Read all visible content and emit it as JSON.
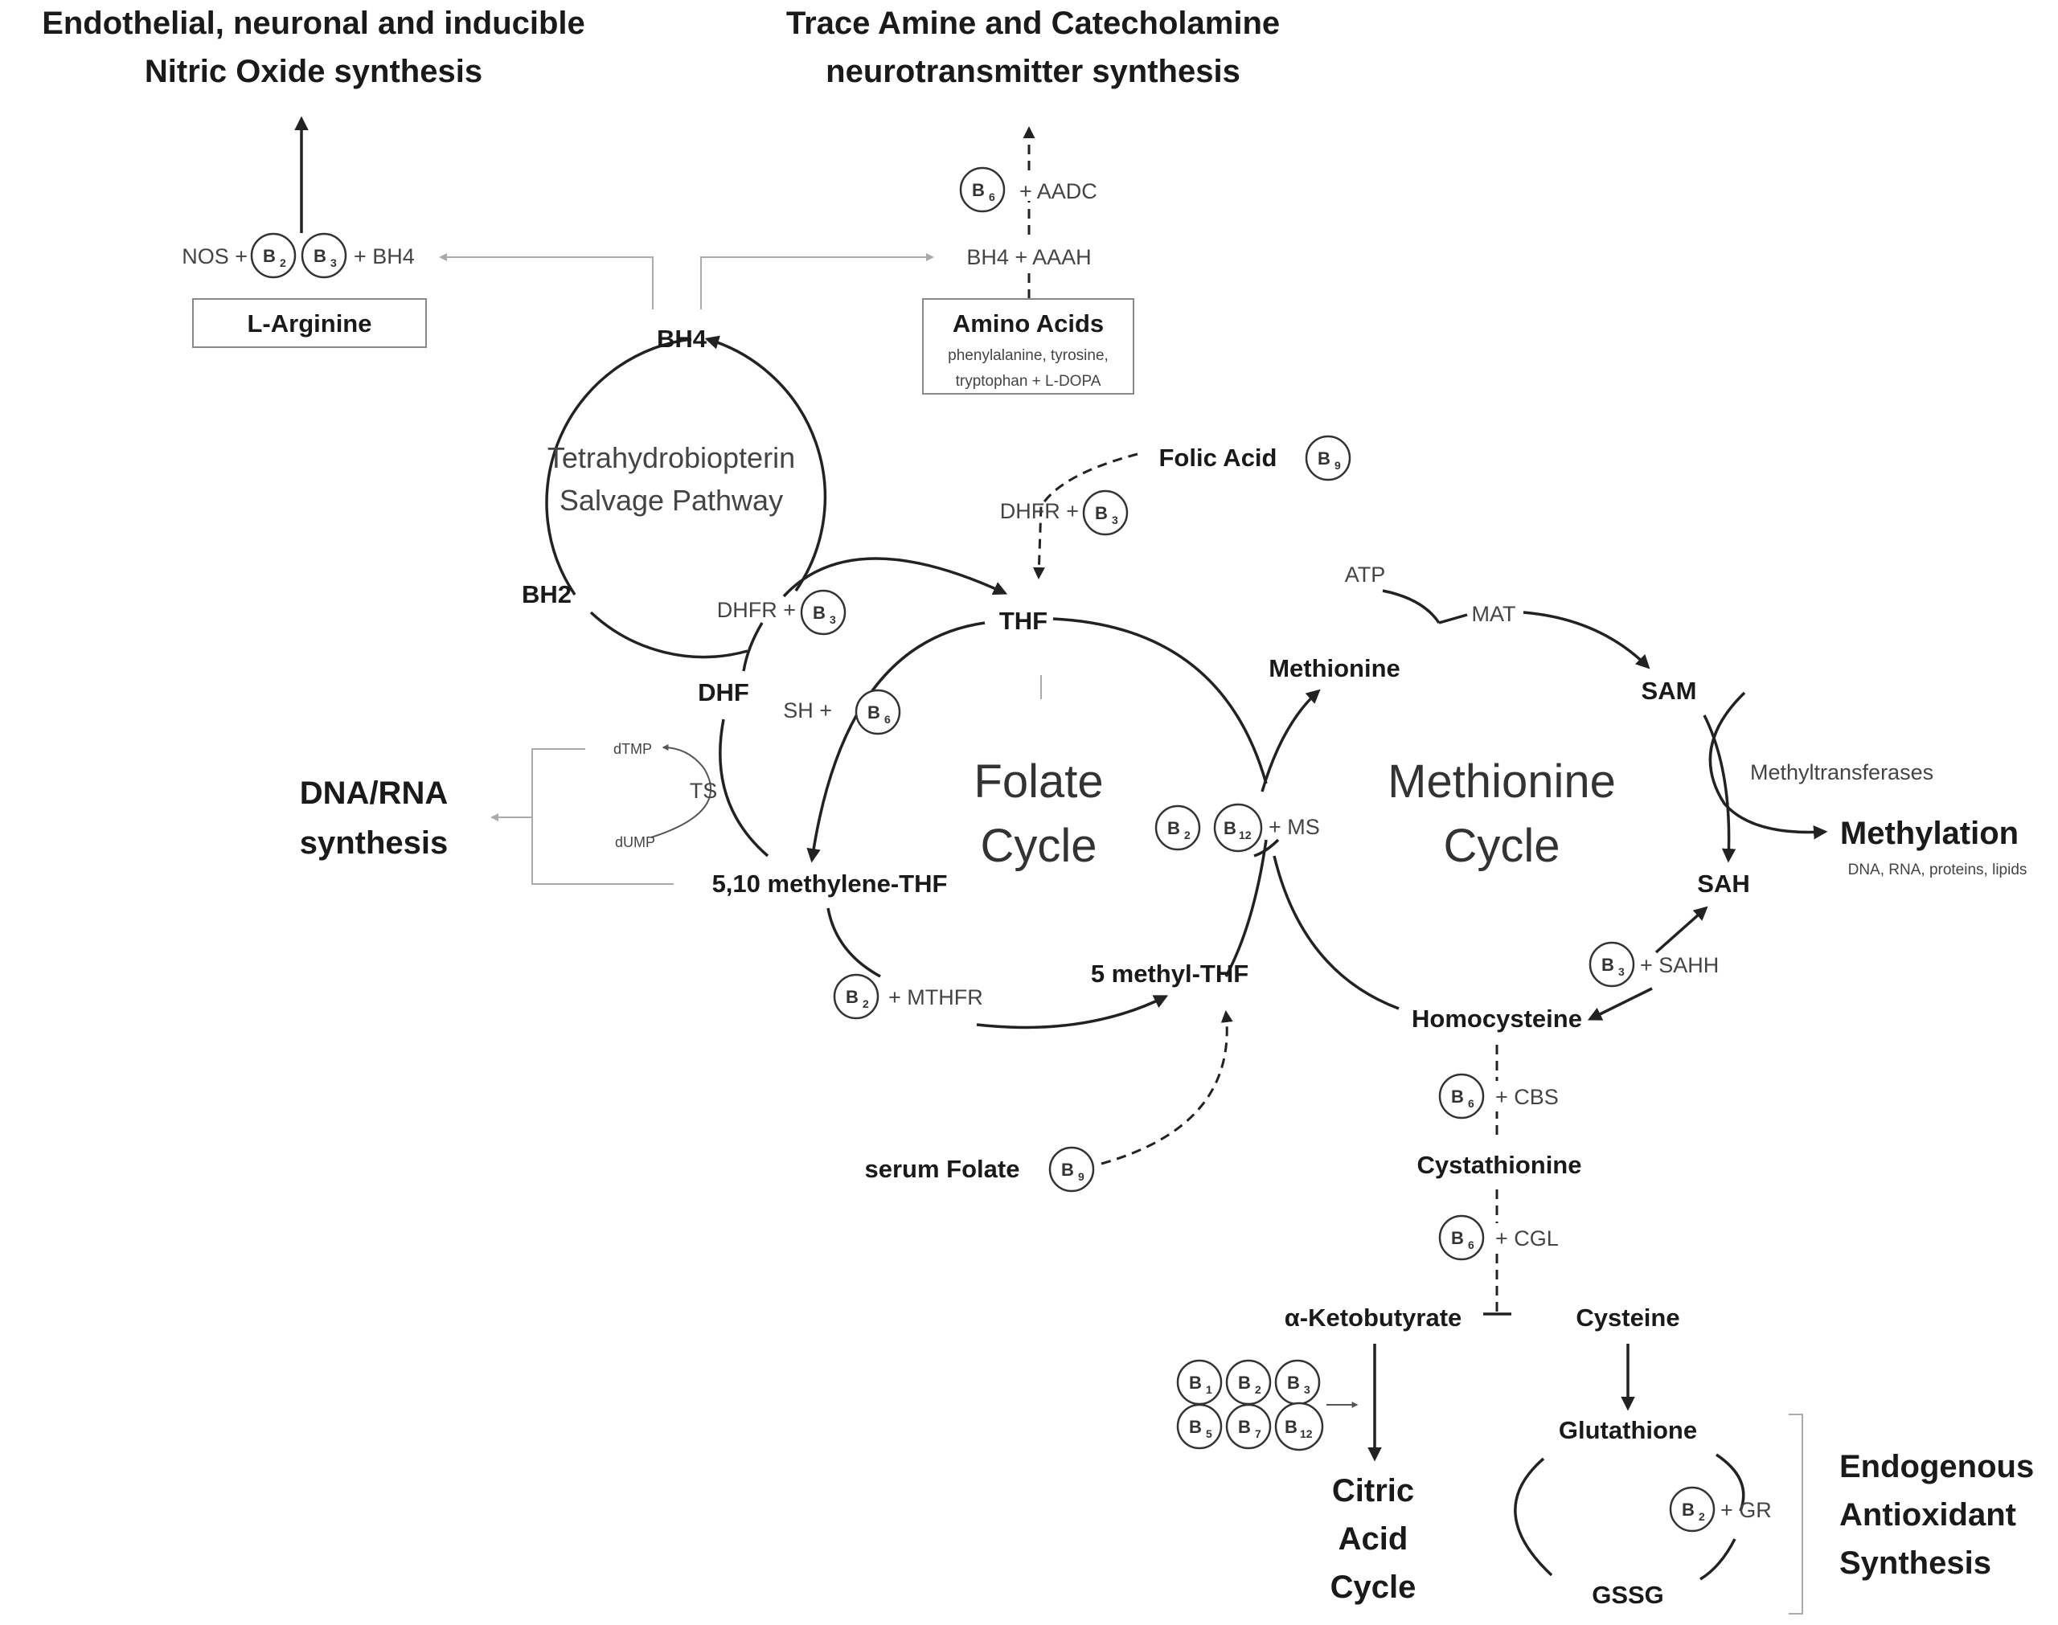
{
  "titles": {
    "nos": [
      "Endothelial, neuronal and inducible",
      "Nitric Oxide synthesis"
    ],
    "trace": [
      "Trace Amine and Catecholamine",
      "neurotransmitter synthesis"
    ]
  },
  "pathway": {
    "nos_enzyme": "NOS +",
    "bh4_cofactor": "+ BH4",
    "l_arginine": "L-Arginine",
    "aadc": "+ AADC",
    "bh4_aaah": "BH4 + AAAH",
    "amino_acids_title": "Amino Acids",
    "amino_acids_detail": [
      "phenylalanine, tyrosine,",
      "tryptophan + L-DOPA"
    ]
  },
  "nodes": {
    "bh4": "BH4",
    "bh2": "BH2",
    "dhf": "DHF",
    "thf": "THF",
    "methylene_thf": "5,10 methylene-THF",
    "methyl_thf": "5 methyl-THF",
    "folic_acid": "Folic Acid",
    "serum_folate": "serum Folate",
    "methionine": "Methionine",
    "sam": "SAM",
    "sah": "SAH",
    "homocysteine": "Homocysteine",
    "cystathionine": "Cystathionine",
    "ketobutyrate": "α-Ketobutyrate",
    "cysteine": "Cysteine",
    "glutathione": "Glutathione",
    "gssg": "GSSG",
    "methylation": "Methylation",
    "methylation_targets": "DNA, RNA, proteins, lipids",
    "dna_rna": [
      "DNA/RNA",
      "synthesis"
    ],
    "citric": [
      "Citric",
      "Acid",
      "Cycle"
    ],
    "antioxidant": [
      "Endogenous",
      "Antioxidant",
      "Synthesis"
    ]
  },
  "cycles": {
    "salvage": [
      "Tetrahydrobiopterin",
      "Salvage Pathway"
    ],
    "folate": [
      "Folate",
      "Cycle"
    ],
    "methionine": [
      "Methionine",
      "Cycle"
    ]
  },
  "enzymes": {
    "dhfr_thf": "DHFR +",
    "dhfr_folic": "DHFR +",
    "sh": "SH +",
    "ts": "TS",
    "dtmp": "dTMP",
    "dump": "dUMP",
    "mthfr": "+ MTHFR",
    "ms": "+ MS",
    "atp": "ATP",
    "mat": "MAT",
    "methyltransferases": "Methyltransferases",
    "sahh": "+ SAHH",
    "cbs": "+ CBS",
    "cgl": "+ CGL",
    "gr": "+ GR"
  },
  "vitamins": {
    "nos_b2": {
      "main": "B",
      "sub": "2"
    },
    "nos_b3": {
      "main": "B",
      "sub": "3"
    },
    "aadc_b6": {
      "main": "B",
      "sub": "6"
    },
    "folic_b9": {
      "main": "B",
      "sub": "9"
    },
    "dhfr_folic_b3": {
      "main": "B",
      "sub": "3"
    },
    "dhfr_thf_b3": {
      "main": "B",
      "sub": "3"
    },
    "sh_b6": {
      "main": "B",
      "sub": "6"
    },
    "ms_b2": {
      "main": "B",
      "sub": "2"
    },
    "ms_b12": {
      "main": "B",
      "sub": "12"
    },
    "mthfr_b2": {
      "main": "B",
      "sub": "2"
    },
    "serum_b9": {
      "main": "B",
      "sub": "9"
    },
    "sahh_b3": {
      "main": "B",
      "sub": "3"
    },
    "cbs_b6": {
      "main": "B",
      "sub": "6"
    },
    "cgl_b6": {
      "main": "B",
      "sub": "6"
    },
    "tca_b1": {
      "main": "B",
      "sub": "1"
    },
    "tca_b2": {
      "main": "B",
      "sub": "2"
    },
    "tca_b3": {
      "main": "B",
      "sub": "3"
    },
    "tca_b5": {
      "main": "B",
      "sub": "5"
    },
    "tca_b7": {
      "main": "B",
      "sub": "7"
    },
    "tca_b12": {
      "main": "B",
      "sub": "12"
    },
    "gr_b2": {
      "main": "B",
      "sub": "2"
    }
  }
}
